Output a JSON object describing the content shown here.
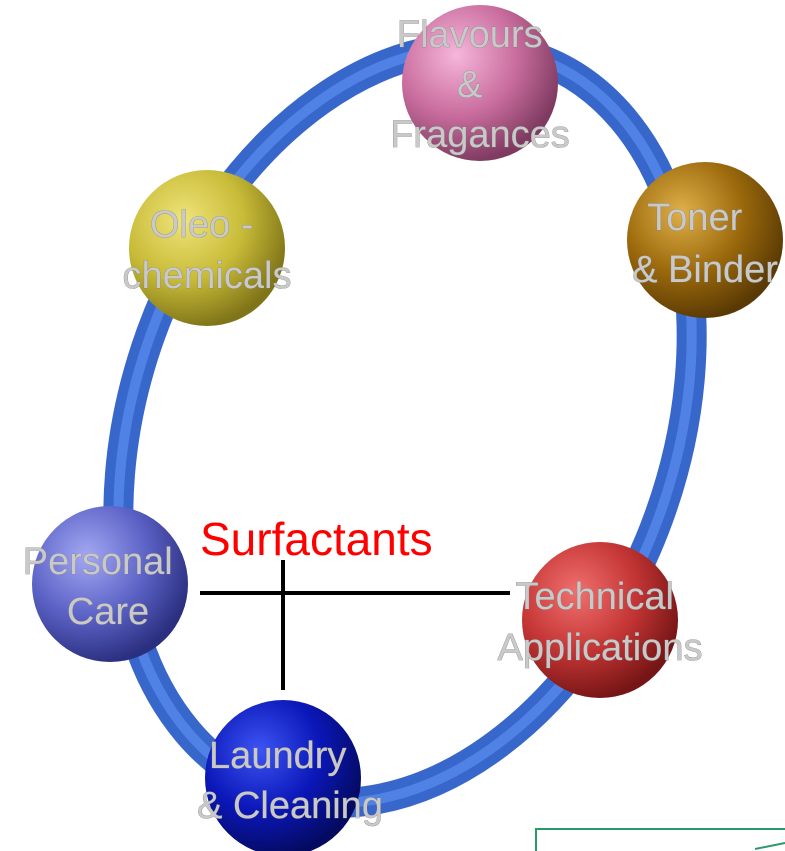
{
  "diagram": {
    "center_title": "Surfactants",
    "nodes": [
      {
        "id": "flavours",
        "lines": [
          "Flavours",
          "&",
          "Fragances"
        ],
        "color": "#c76b9c"
      },
      {
        "id": "toner",
        "lines": [
          "Toner",
          "& Binder"
        ],
        "color": "#9a6a0a"
      },
      {
        "id": "oleo",
        "lines": [
          "Oleo -",
          "chemicals"
        ],
        "color": "#c9bd3c"
      },
      {
        "id": "personal-care",
        "lines": [
          "Personal",
          "Care"
        ],
        "color": "#5b62c4"
      },
      {
        "id": "technical",
        "lines": [
          "Technical",
          "Applications"
        ],
        "color": "#c23434"
      },
      {
        "id": "laundry",
        "lines": [
          "Laundry",
          "& Cleaning"
        ],
        "color": "#0a16b8"
      }
    ],
    "ring_color": "#3a70d8"
  }
}
